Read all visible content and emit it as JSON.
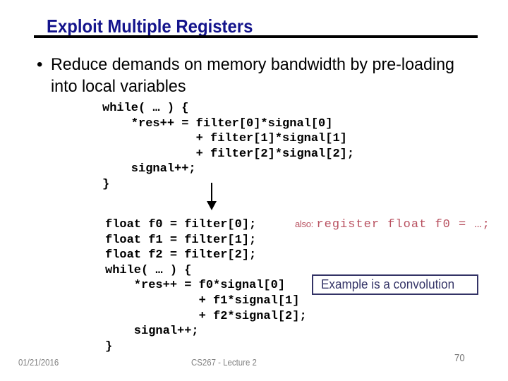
{
  "slide": {
    "title": "Exploit Multiple Registers",
    "bullet": {
      "marker": "•",
      "text": "Reduce demands on memory bandwidth by pre-loading into local variables"
    },
    "code_before": "while( … ) {\n    *res++ = filter[0]*signal[0]\n             + filter[1]*signal[1]\n             + filter[2]*signal[2];\n    signal++;\n}",
    "code_after": "float f0 = filter[0];\nfloat f1 = filter[1];\nfloat f2 = filter[2];\nwhile( … ) {\n    *res++ = f0*signal[0]\n             + f1*signal[1]\n             + f2*signal[2];\n    signal++;\n}",
    "also_note": {
      "label": "also:",
      "code": "register float f0 = …;"
    },
    "callout": "Example is a convolution",
    "footer": {
      "date": "01/21/2016",
      "course": "CS267 - Lecture 2",
      "page_number": "70"
    }
  },
  "colors": {
    "background": "#ffffff",
    "title": "#14148c",
    "title_underline": "#000000",
    "body_text": "#000000",
    "code_text": "#000000",
    "also_note": "#b8505f",
    "callout": "#333366",
    "footer": "#808080"
  },
  "icons": {
    "down_arrow": "solid black vertical arrow pointing down between code blocks"
  }
}
